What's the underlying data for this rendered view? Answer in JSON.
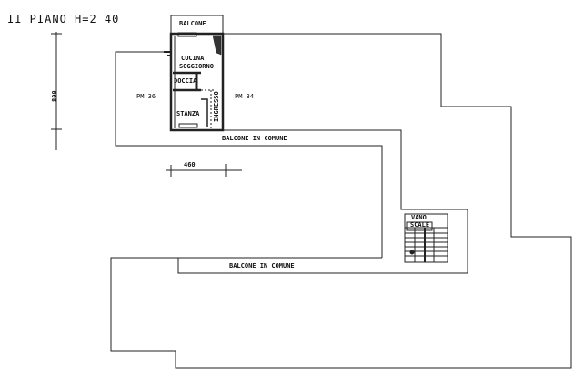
{
  "title": "II PIANO H=2 40",
  "dimensions": {
    "vertical": "800",
    "horizontal": "460"
  },
  "rooms": {
    "balcone": "BALCONE",
    "cucina": "CUCINA",
    "soggiorno": "SOGGIORNO",
    "doccia": "DOCCIA",
    "stanza": "STANZA",
    "ingresso": "INGRESSO",
    "pm36": "PM 36",
    "pm34": "PM 34",
    "balcone_comune_1": "BALCONE IN COMUNE",
    "balcone_comune_2": "BALCONE IN COMUNE",
    "vano": "VANO",
    "scale": "SCALE"
  }
}
